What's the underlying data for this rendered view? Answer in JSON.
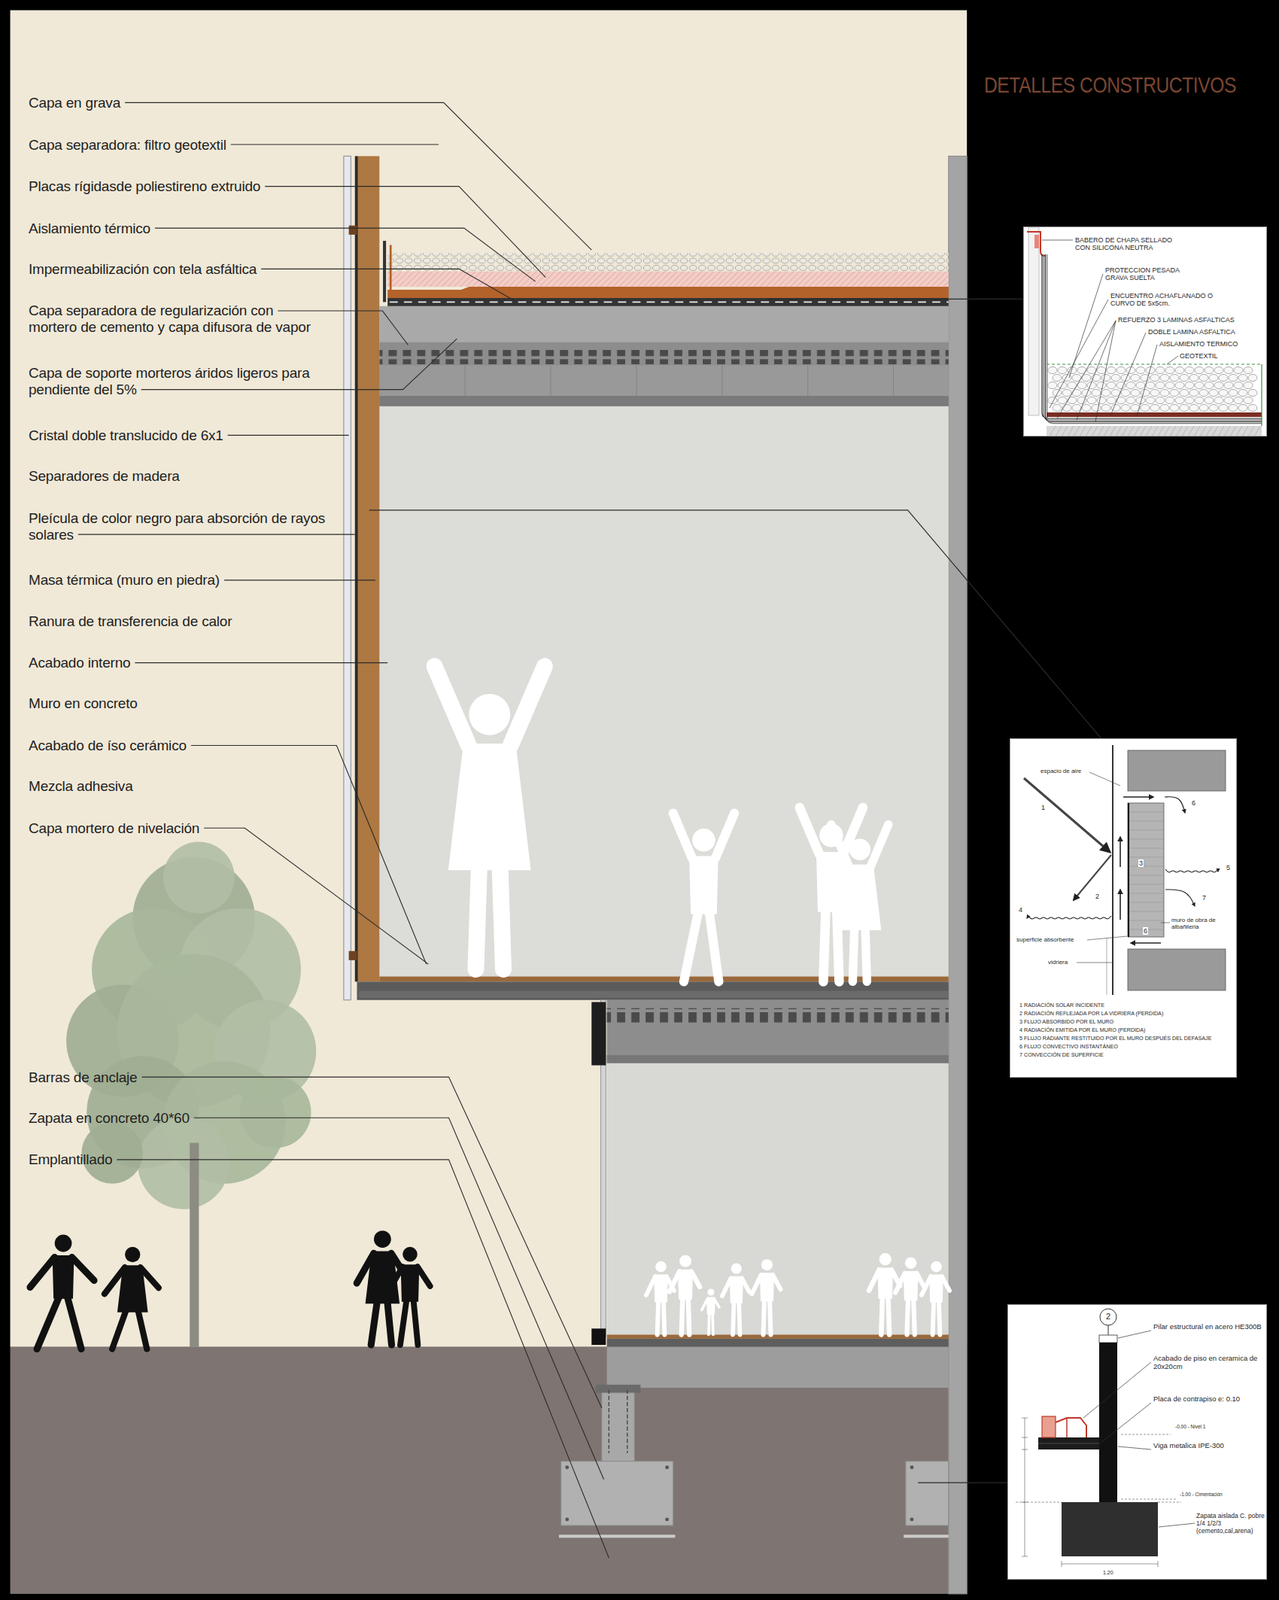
{
  "diagram": {
    "title": "DETALLES CONSTRUCTIVOS",
    "nodes": [
      {
        "text": [
          "BABERO DE CHAPA SELLADO CON SILICONA NEUTRA",
          "PROTECCION PESADA GRAVA SUELTA",
          "ENCUENTRO ACHAFLANADO O CURVO DE 5x5cm.",
          "REFUERZO 3 LAMINAS ASFALTICAS",
          "DOBLE LAMINA ASFALTICA",
          "AISLAMIENTO TERMICO",
          "GEOTEXTIL"
        ]
      },
      {
        "text": [
          "espacio de aire",
          "1",
          "2",
          "3",
          "4",
          "5",
          "6",
          "7",
          "6",
          "muro de obra de albañileria",
          "superficie absorbente",
          "vidriera",
          "1 RADIACIÓN SOLAR INCIDENTE",
          "2 RADIACIÓN REFLEJADA POR LA VIDRIERA (PERDIDA)",
          "3 FLUJO ABSORBIDO POR EL MURO",
          "4 RADIACIÓN EMITIDA POR EL MURO (PERDIDA)",
          "5 FLUJO RADIANTE RESTITUIDO POR EL MURO DESPUÉS DEL DEFASAJE",
          "6 FLUJO CONVECTIVO INSTANTÁNEO",
          "7 CONVECCIÓN DE SUPERFICIE"
        ]
      },
      {
        "text": [
          "2",
          "Pilar estructural en acero HE300B",
          "Acabado de piso en ceramica de 20x20cm",
          "Placa de contrapiso e: 0.10",
          "-0.00 - Nivel 1",
          "Viga metalica IPE-300",
          "-1.00 - Cimentación",
          "Zapata aislada C. pobre 1/4 1/2/3 (cemento,cal,arena)",
          "1.20"
        ]
      }
    ],
    "labels": [
      "Capa en grava",
      "Capa separadora: filtro geotextil",
      "Placas rígidasde poliestireno extruido",
      "Aislamiento térmico",
      "Impermeabilización con tela asfáltica",
      "Capa separadora de regularización con mortero de cemento y capa difusora de vapor",
      "Capa de soporte morteros áridos ligeros para pendiente del 5%",
      "Cristal doble translucido de 6x1",
      "Separadores de madera",
      "Pleícula de color negro para absorción de rayos solares",
      "Masa térmica (muro en piedra)",
      "Ranura de transferencia de calor",
      "Acabado interno",
      "Muro en concreto",
      "Acabado de íso cerámico",
      "Mezcla adhesiva",
      "Capa mortero de nivelación",
      "Barras de anclaje",
      "Zapata en concreto 40*60",
      "Emplantillado"
    ]
  }
}
